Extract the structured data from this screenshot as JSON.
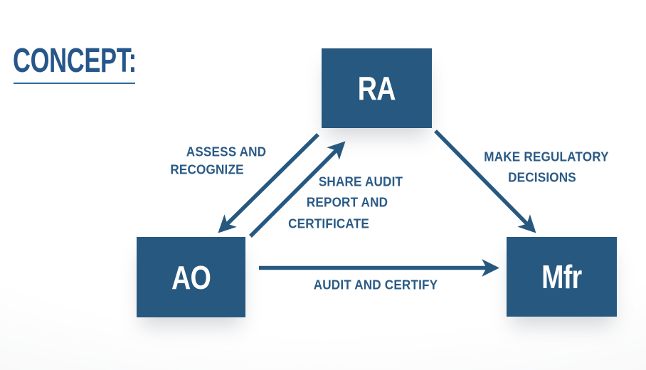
{
  "title": {
    "text": "CONCEPT:"
  },
  "nodes": {
    "ra": {
      "label": "RA"
    },
    "ao": {
      "label": "AO"
    },
    "mfr": {
      "label": "Mfr"
    }
  },
  "arrows": {
    "assess": {
      "from": "RA",
      "to": "AO",
      "lines": [
        "ASSESS AND",
        "RECOGNIZE"
      ]
    },
    "share": {
      "from": "AO",
      "to": "RA",
      "lines": [
        "SHARE AUDIT",
        "REPORT AND",
        "CERTIFICATE"
      ]
    },
    "regulatory": {
      "from": "RA",
      "to": "Mfr",
      "lines": [
        "MAKE REGULATORY",
        "DECISIONS"
      ]
    },
    "audit": {
      "from": "AO",
      "to": "Mfr",
      "lines": [
        "AUDIT AND CERTIFY"
      ]
    }
  },
  "colors": {
    "primary": "#27587F",
    "label-text": "#2A5A85",
    "title-text": "#26568A",
    "underline": "#2E6A99",
    "page-bg": "#FFFFFF"
  }
}
